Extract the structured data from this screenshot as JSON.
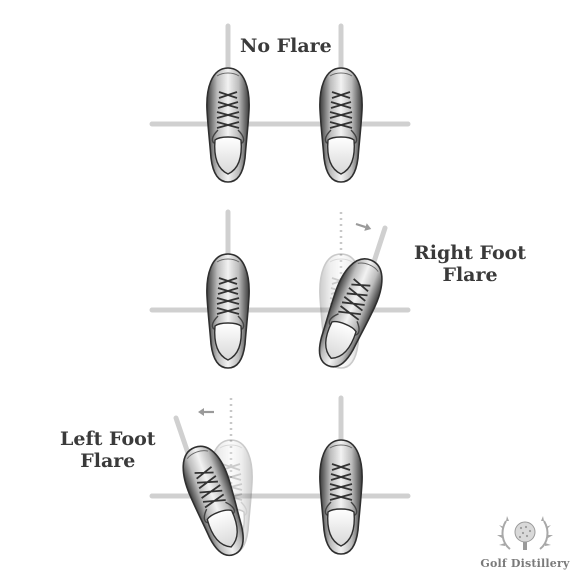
{
  "title": "No Flare",
  "labels": {
    "right_foot_flare": [
      "Right Foot",
      "Flare"
    ],
    "left_foot_flare": [
      "Left Foot",
      "Flare"
    ]
  },
  "brand": {
    "name": "Golf Distillery",
    "logo_icon": "golf-ball-laurel-icon"
  },
  "panels": [
    {
      "name": "no-flare",
      "left_foot_angle_deg": 0,
      "right_foot_angle_deg": 0
    },
    {
      "name": "right-foot-flare",
      "left_foot_angle_deg": 0,
      "right_foot_angle_deg": 22
    },
    {
      "name": "left-foot-flare",
      "left_foot_angle_deg": -20,
      "right_foot_angle_deg": 0
    }
  ],
  "colors": {
    "shoe_light": "#e8e8e8",
    "shoe_dark": "#4a4a4a",
    "guide_line": "#cfcfcf",
    "arrow": "#9a9a9a",
    "text": "#3a3a3a"
  }
}
